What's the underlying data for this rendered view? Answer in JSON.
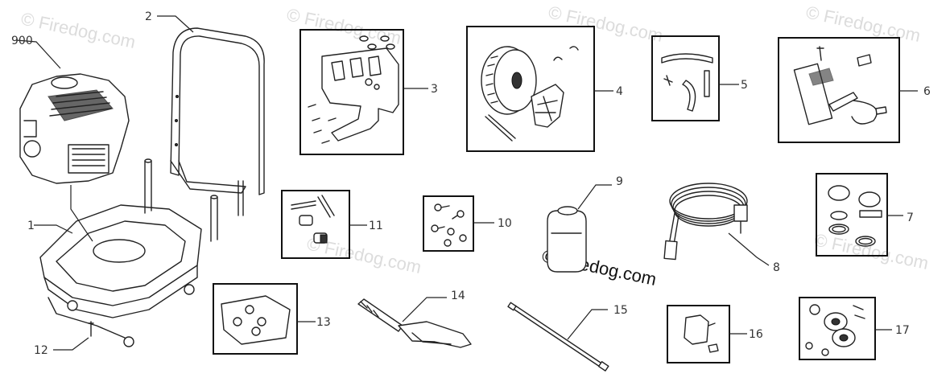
{
  "watermark": {
    "text": "© Firedog.com",
    "center_text": "© Firedog.com"
  },
  "callouts": {
    "c900": "900",
    "c1": "1",
    "c2": "2",
    "c3": "3",
    "c4": "4",
    "c5": "5",
    "c6": "6",
    "c7": "7",
    "c8": "8",
    "c9": "9",
    "c10": "10",
    "c11": "11",
    "c12": "12",
    "c13": "13",
    "c14": "14",
    "c15": "15",
    "c16": "16",
    "c17": "17"
  }
}
